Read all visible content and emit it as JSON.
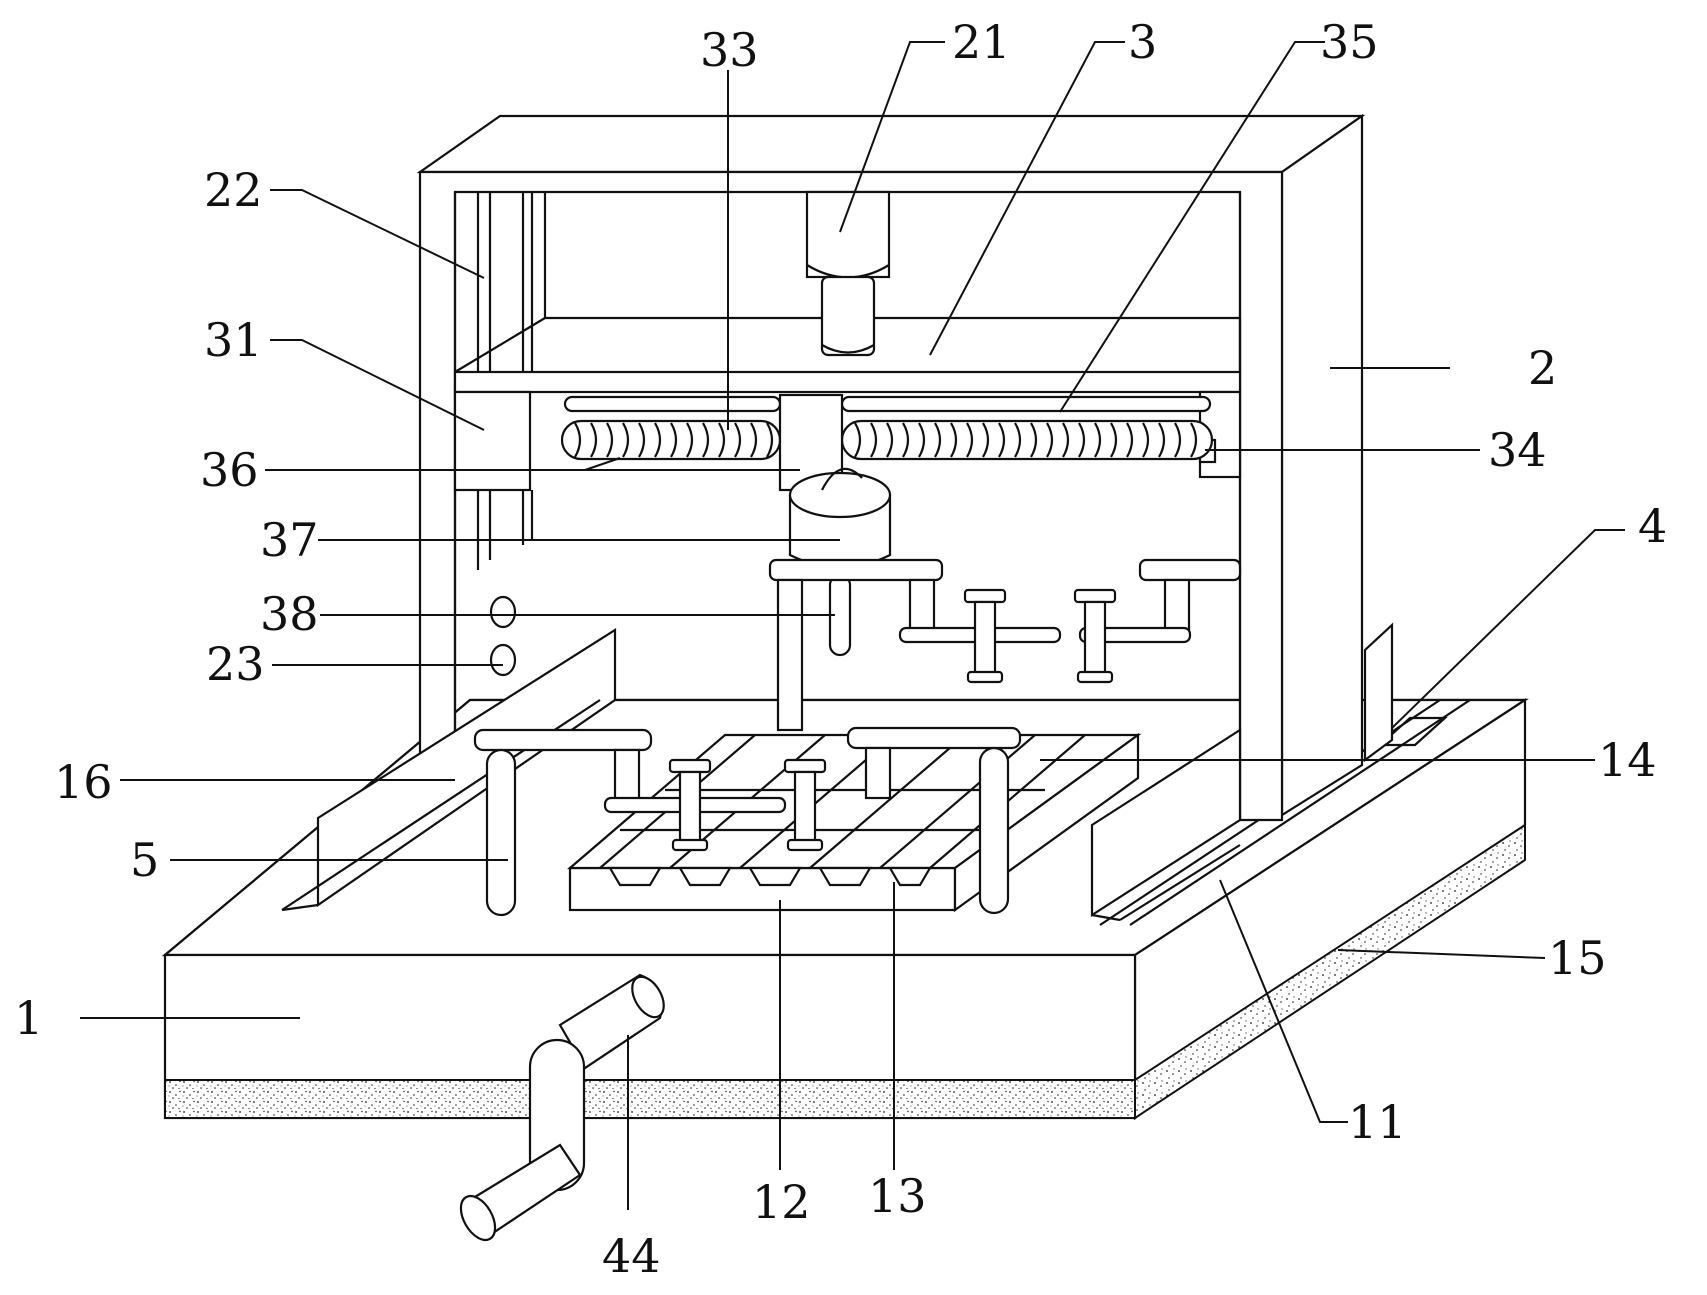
{
  "labels": [
    {
      "id": "33",
      "text": "33"
    },
    {
      "id": "21",
      "text": "21"
    },
    {
      "id": "3",
      "text": "3"
    },
    {
      "id": "35",
      "text": "35"
    },
    {
      "id": "22",
      "text": "22"
    },
    {
      "id": "31",
      "text": "31"
    },
    {
      "id": "2",
      "text": "2"
    },
    {
      "id": "36",
      "text": "36"
    },
    {
      "id": "34",
      "text": "34"
    },
    {
      "id": "37",
      "text": "37"
    },
    {
      "id": "4",
      "text": "4"
    },
    {
      "id": "38",
      "text": "38"
    },
    {
      "id": "23",
      "text": "23"
    },
    {
      "id": "16",
      "text": "16"
    },
    {
      "id": "14",
      "text": "14"
    },
    {
      "id": "5",
      "text": "5"
    },
    {
      "id": "15",
      "text": "15"
    },
    {
      "id": "1",
      "text": "1"
    },
    {
      "id": "11",
      "text": "11"
    },
    {
      "id": "12",
      "text": "12"
    },
    {
      "id": "13",
      "text": "13"
    },
    {
      "id": "44",
      "text": "44"
    }
  ]
}
